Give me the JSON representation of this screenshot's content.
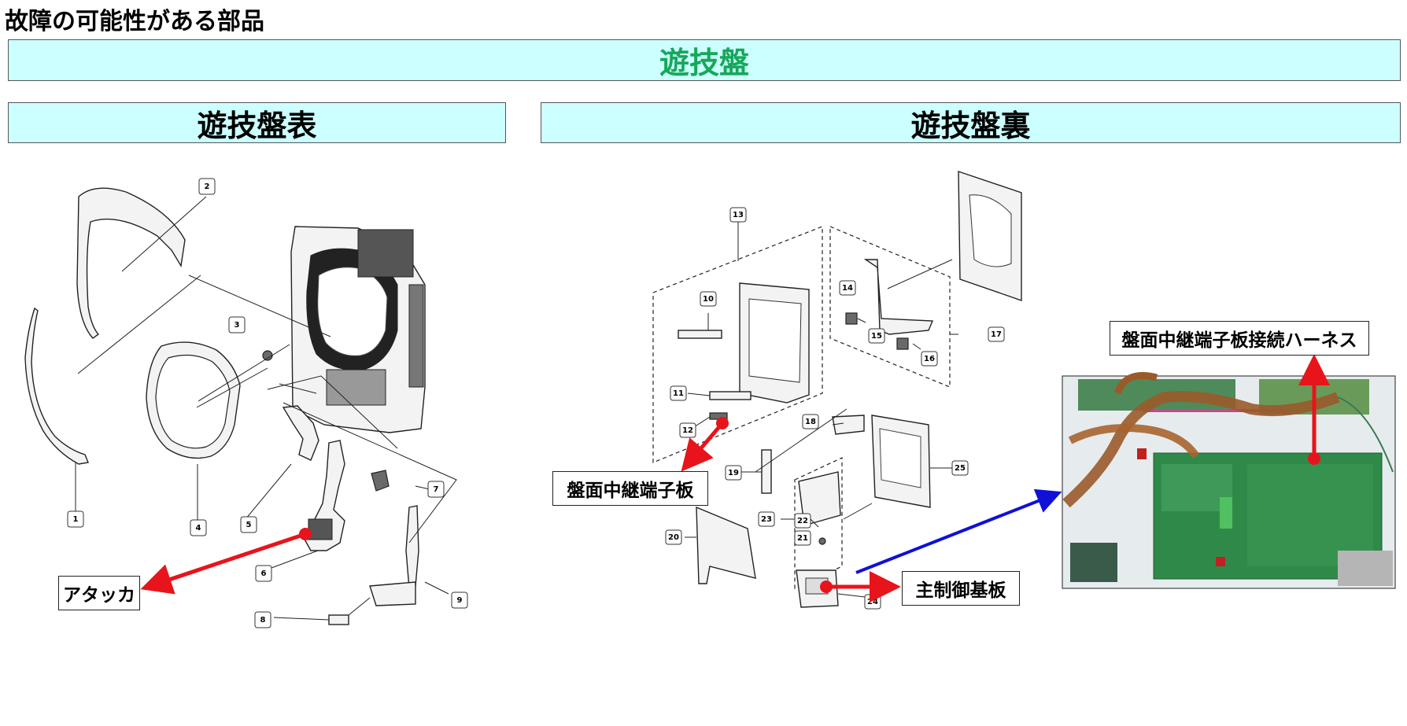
{
  "page_title": "故障の可能性がある部品",
  "banners": {
    "main": "遊技盤",
    "front": "遊技盤表",
    "back": "遊技盤裏"
  },
  "callouts": {
    "attacker": "アタッカ",
    "relay_board": "盤面中継端子板",
    "main_control_board": "主制御基板",
    "relay_harness": "盤面中継端子板接続ハーネス"
  },
  "part_numbers": {
    "n1": "1",
    "n2": "2",
    "n3": "3",
    "n4": "4",
    "n5": "5",
    "n6": "6",
    "n7": "7",
    "n8": "8",
    "n9": "9",
    "n10": "10",
    "n11": "11",
    "n12": "12",
    "n13": "13",
    "n14": "14",
    "n15": "15",
    "n16": "16",
    "n17": "17",
    "n18": "18",
    "n19": "19",
    "n20": "20",
    "n21": "21",
    "n22": "22",
    "n23": "23",
    "n24": "24",
    "n25": "25"
  },
  "colors": {
    "banner_bg": "#ccffff",
    "main_banner_text": "#16a85a",
    "arrow_red": "#e8141b",
    "arrow_blue": "#1010d8",
    "pcb_green": "#2f8a4a",
    "harness_brown": "#9a5a2a"
  },
  "icons": {
    "board_photo": "circuit-board-photo"
  }
}
